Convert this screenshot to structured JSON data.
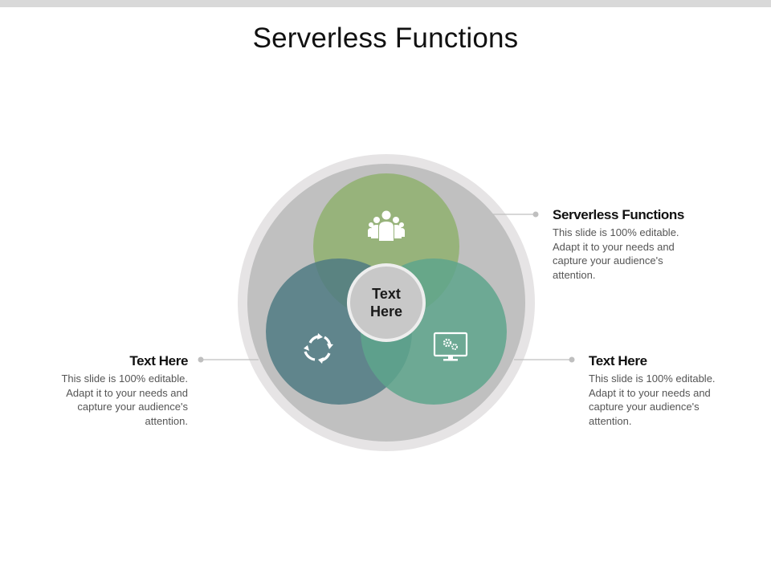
{
  "title": "Serverless Functions",
  "center": {
    "label_line1": "Text",
    "label_line2": "Here"
  },
  "callouts": [
    {
      "heading": "Serverless Functions",
      "body": "This slide is 100% editable. Adapt it to your needs and capture your audience's attention."
    },
    {
      "heading": "Text Here",
      "body": "This slide is 100% editable. Adapt it to your needs and capture your audience's attention."
    },
    {
      "heading": "Text Here",
      "body": "This slide is 100% editable. Adapt it to your needs and capture your audience's attention."
    }
  ],
  "icons": {
    "top": "team-icon",
    "left": "refresh-cycle-icon",
    "right": "monitor-gears-icon"
  },
  "colors": {
    "outer_ring": "#e4e2e3",
    "outer_disc": "#c0c0c0",
    "top_circle": "#8fb06f",
    "left_circle": "#4f7a82",
    "right_circle": "#5ea58c",
    "center_circle": "#c8c8c8",
    "connector": "#bfbfbf"
  }
}
